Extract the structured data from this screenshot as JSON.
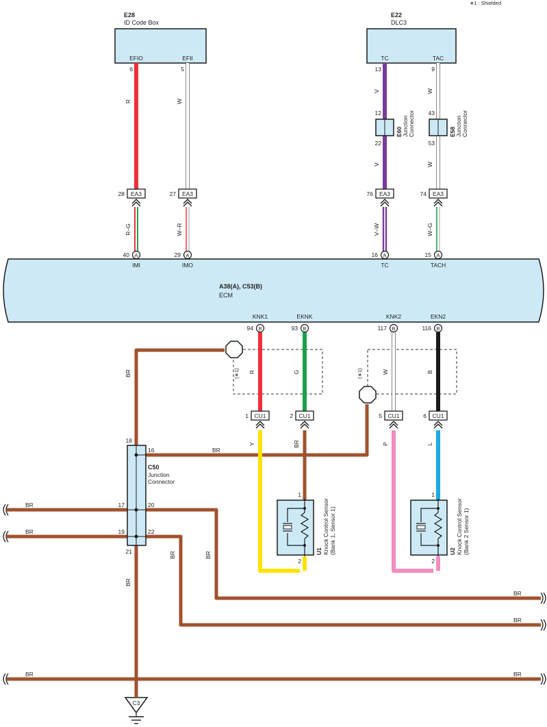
{
  "note": "∗1 : Shielded",
  "colors": {
    "R": "#ee2f3a",
    "W": "#ffffff",
    "V": "#7a3b9c",
    "G": "#1aa04a",
    "B": "#1a1a1a",
    "BR": "#a0522d",
    "Y": "#ffe200",
    "P": "#f08cc0",
    "L": "#1ea9e6",
    "box_fill": "#cde9f6",
    "outline": "#1a1a1a"
  },
  "e28": {
    "code": "E28",
    "name": "ID Code Box",
    "pin1": "EFIO",
    "pin1_num": "6",
    "pin2": "EFII",
    "pin2_num": "5"
  },
  "e22": {
    "code": "E22",
    "name": "DLC3",
    "pin1": "TC",
    "pin1_num": "13",
    "pin2": "TAC",
    "pin2_num": "9"
  },
  "e60": {
    "code": "E60",
    "name_line1": "Junction",
    "name_line2": "Connector",
    "pin_top": "12",
    "pin_bottom": "22"
  },
  "e58": {
    "code": "E58",
    "name_line1": "Junction",
    "name_line2": "Connector",
    "pin_top": "43",
    "pin_bottom": "53"
  },
  "ea3": {
    "label": "EA3",
    "pins": [
      "28",
      "27",
      "76",
      "74"
    ]
  },
  "ecm": {
    "code": "A38(A), C53(B)",
    "name": "ECM",
    "top_pins": [
      {
        "num": "40",
        "conn": "A",
        "name": "IMI"
      },
      {
        "num": "29",
        "conn": "A",
        "name": "IMO"
      },
      {
        "num": "16",
        "conn": "A",
        "name": "TC"
      },
      {
        "num": "15",
        "conn": "A",
        "name": "TACH"
      }
    ],
    "bottom_pins": [
      {
        "num": "94",
        "conn": "B",
        "name": "KNK1"
      },
      {
        "num": "93",
        "conn": "B",
        "name": "EKNK"
      },
      {
        "num": "117",
        "conn": "B",
        "name": "KNK2"
      },
      {
        "num": "116",
        "conn": "B",
        "name": "EKN2"
      }
    ]
  },
  "wire_labels": {
    "r": "R",
    "w": "W",
    "v": "V",
    "rg": "R–G",
    "wr": "W–R",
    "vw": "V–W",
    "wg": "W–G",
    "g": "G",
    "b": "B",
    "y": "Y",
    "p": "P",
    "l": "L",
    "br": "BR"
  },
  "shield_mark": "(∗1)",
  "cu1": {
    "label": "CU1",
    "pins": [
      "1",
      "2",
      "5",
      "6"
    ]
  },
  "c50": {
    "code": "C50",
    "name_line1": "Junction",
    "name_line2": "Connector",
    "pins": [
      "18",
      "16",
      "17",
      "20",
      "19",
      "22",
      "21"
    ]
  },
  "u1": {
    "code": "U1",
    "name": "Knock Control Sensor",
    "sub": "(Bank 1, Sensor 1)",
    "pin_top": "1",
    "pin_bottom": "2"
  },
  "u2": {
    "code": "U2",
    "name": "Knock Control Sensor",
    "sub": "(Bank 2 Sensor 1)",
    "pin_top": "1",
    "pin_bottom": "2"
  },
  "ground": "C3"
}
